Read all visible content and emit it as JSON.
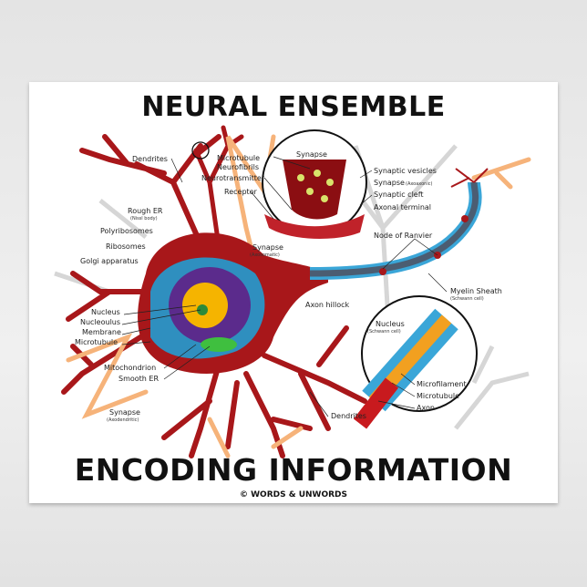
{
  "poster": {
    "title_top": "NEURAL ENSEMBLE",
    "title_bottom": "ENCODING INFORMATION",
    "copyright": "© WORDS & UNWORDS"
  },
  "labels": {
    "dendrites_top": "Dendrites",
    "microtubule_top": "Microtubule",
    "neurofibrils": "Neurofibrils",
    "neurotransmitter": "Neurotransmitter",
    "receptor": "Receptor",
    "synapse_inset": "Synapse",
    "synaptic_vesicles": "Synaptic vesicles",
    "synapse_axoaxonic": "Synapse",
    "synapse_axoaxonic_sub": "(Axoaxonic)",
    "synaptic_cleft": "Synaptic cleft",
    "axonal_terminal": "Axonal terminal",
    "rough_er": "Rough ER",
    "rough_er_sub": "(Nissl body)",
    "polyribosomes": "Polyribosomes",
    "ribosomes": "Ribosomes",
    "golgi": "Golgi apparatus",
    "synapse_axosomatic": "Synapse",
    "synapse_axosomatic_sub": "(Axosomatic)",
    "node_of_ranvier": "Node of Ranvier",
    "myelin_sheath": "Myelin Sheath",
    "myelin_sheath_sub": "(Schwann cell)",
    "axon_hillock": "Axon hillock",
    "nucleus": "Nucleus",
    "nucleolus": "Nucleoulus",
    "membrane": "Membrane",
    "microtubule": "Microtubule",
    "mitochondrion": "Mitochondrion",
    "smooth_er": "Smooth ER",
    "synapse_axodendritic": "Synapse",
    "synapse_axodendritic_sub": "(Axodendritic)",
    "dendrites_bottom": "Dendrites",
    "nucleus_schwann": "Nucleus",
    "nucleus_schwann_sub": "(Schwann cell)",
    "microfilament": "Microfilament",
    "microtubule_inset": "Microtubule",
    "axon": "Axon"
  },
  "colors": {
    "neuron": "#a8171a",
    "axon_myelin": "#3aa6d8",
    "axon_core": "#4b5d72",
    "nucleus": "#f5b400",
    "er": "#5b2b8c",
    "presynaptic": "#f6b37a"
  }
}
